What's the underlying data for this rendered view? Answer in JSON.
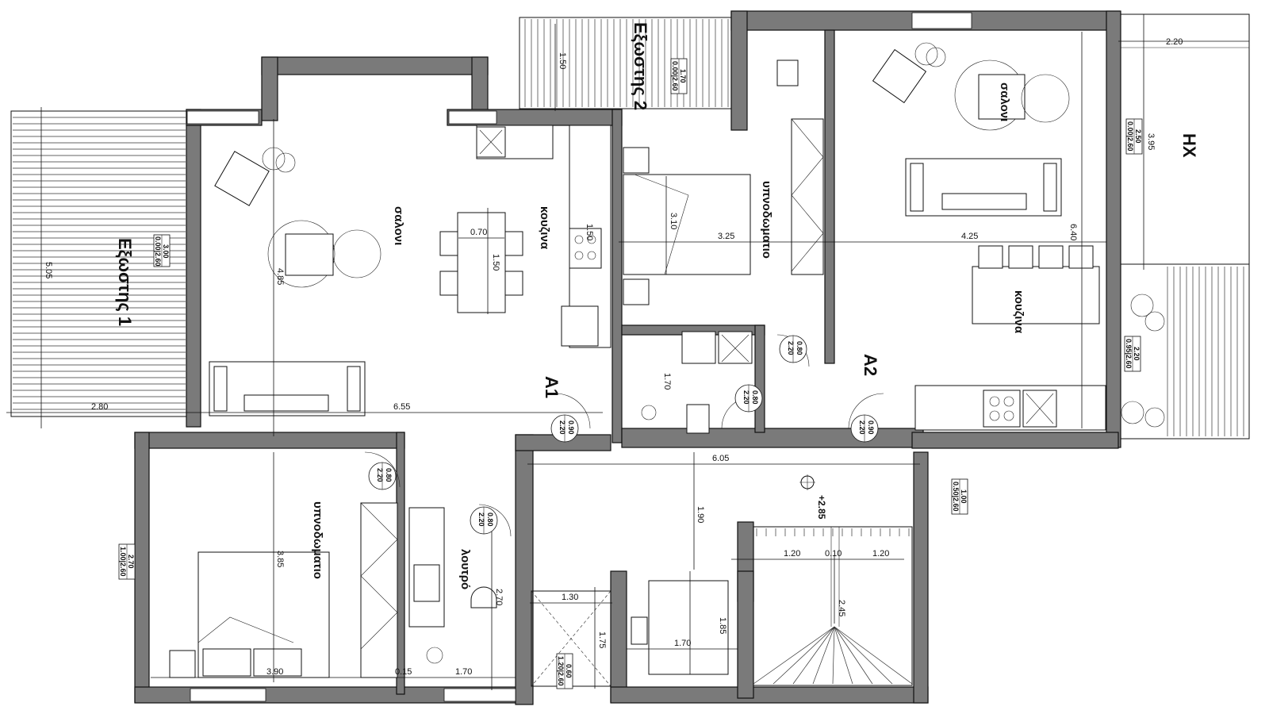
{
  "rooms": {
    "terrace1": "Εξωστης 1",
    "terrace2": "Εξωστης 2",
    "hx": "ΗΧ",
    "a1_living": "σαλονι",
    "a1_kitchen": "κουζινα",
    "a1_bedroom": "υπνοδωματιο",
    "a1_bath": "λουτρό",
    "a2_bedroom": "υπνοδωματιο",
    "a2_living": "σαλονι",
    "a2_kitchen": "κουζινα"
  },
  "units": {
    "a1": "A1",
    "a2": "A2"
  },
  "level": "+2.85",
  "dimensions": {
    "t1_depth": "5.05",
    "t1_width": "2.80",
    "a1_width": "6.55",
    "living_depth": "4.85",
    "table_w": "0.70",
    "table_d": "1.50",
    "kitchen_w": "1.50",
    "t2_depth": "1.50",
    "a2_bed_w": "3.25",
    "a2_bed_d": "3.10",
    "a2_liv_w": "4.25",
    "a2_depth": "6.40",
    "hx_w": "2.20",
    "hx_d": "3.95",
    "corridor_w": "6.05",
    "corridor_d": "1.90",
    "wc_d": "1.70",
    "bed1_w": "3.90",
    "bed1_d": "3.85",
    "bath_w": "1.70",
    "bath_gap": "0.15",
    "bath_d": "2.70",
    "shaft_w": "1.30",
    "shaft_d": "1.75",
    "lift_w": "1.70",
    "lift_d": "1.85",
    "stair_l": "1.20",
    "stair_m": "0.10",
    "stair_r": "1.20",
    "stair_d": "2.45"
  },
  "openings": {
    "t1": [
      "3.00",
      "0.00|2.60"
    ],
    "t2": [
      "1.70",
      "0.00|2.60"
    ],
    "hx": [
      "2.50",
      "0.00|2.60"
    ],
    "hx_low": [
      "2.20",
      "0.95|2.60"
    ],
    "bed1_win": [
      "2.70",
      "1.00|2.60"
    ],
    "corr_win": [
      "1.00",
      "0.50|2.60"
    ],
    "shaft_win": [
      "0.60",
      "1.20|2.60"
    ],
    "door_a1": [
      "0.90",
      "2.20"
    ],
    "door_a1_bed": [
      "0.80",
      "2.20"
    ],
    "door_a1_bath": [
      "0.80",
      "2.20"
    ],
    "door_a2": [
      "0.90",
      "2.20"
    ],
    "door_a2_wc": [
      "0.80",
      "2.20"
    ],
    "door_a2_bed": [
      "0.80",
      "2.20"
    ]
  }
}
